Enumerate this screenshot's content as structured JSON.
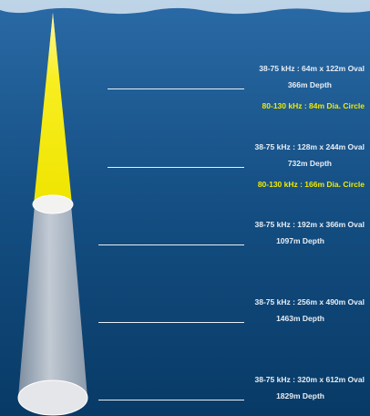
{
  "colors": {
    "water_top": "#2a6aa6",
    "water_bottom": "#083a66",
    "beam_high": "#f4e800",
    "beam_low": "#cfcfcf",
    "text_white": "#e8eef5",
    "text_yellow": "#f0ea00"
  },
  "depths": [
    {
      "oval": "38-75 kHz : 64m x 122m Oval",
      "depth": "366m Depth",
      "circle": "80-130 kHz : 84m Dia. Circle"
    },
    {
      "oval": "38-75 kHz : 128m x 244m Oval",
      "depth": "732m Depth",
      "circle": "80-130 kHz : 166m Dia. Circle"
    },
    {
      "oval": "38-75 kHz : 192m x 366m Oval",
      "depth": "1097m Depth"
    },
    {
      "oval": "38-75 kHz : 256m x 490m Oval",
      "depth": "1463m Depth"
    },
    {
      "oval": "38-75 kHz : 320m x 612m Oval",
      "depth": "1829m Depth"
    }
  ]
}
